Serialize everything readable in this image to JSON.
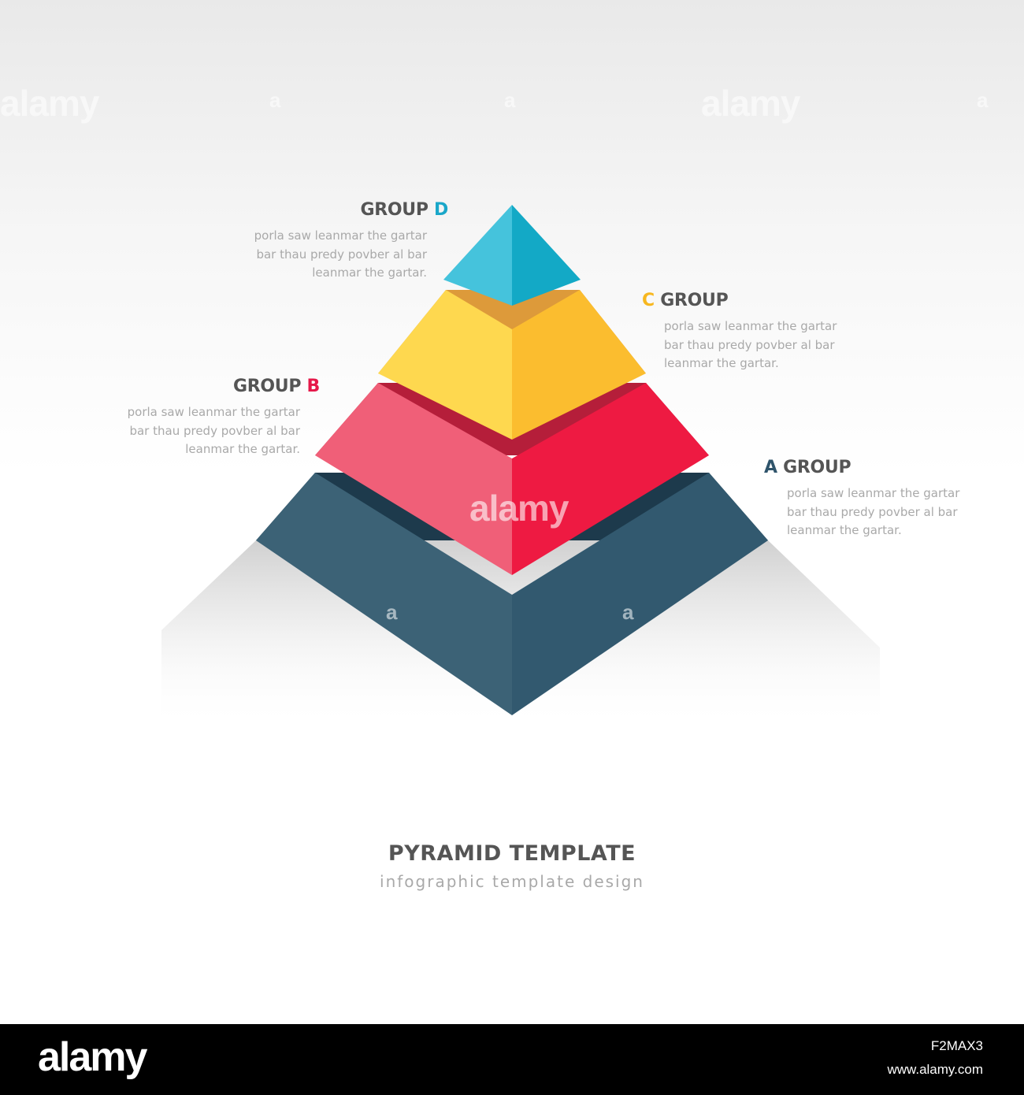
{
  "diagram": {
    "title": "PYRAMID TEMPLATE",
    "subtitle": "infographic template design",
    "levels": [
      {
        "id": "d",
        "title_text": "GROUP",
        "letter": "D",
        "letter_position": "after",
        "letter_color": "#1aa7c9",
        "description": [
          "porla saw leanmar the gartar",
          "bar thau predy povber al bar",
          "leanmar the gartar."
        ],
        "colors": {
          "left": "#45c3dc",
          "right": "#13a9c6",
          "ledge": "#13a9c6"
        }
      },
      {
        "id": "c",
        "title_text": "GROUP",
        "letter": "C",
        "letter_position": "before",
        "letter_color": "#f7b71f",
        "description": [
          "porla saw leanmar the gartar",
          "bar thau predy povber al bar",
          "leanmar the gartar."
        ],
        "colors": {
          "left": "#fed84f",
          "right": "#fbbd2f",
          "ledge": "#dd9a3a"
        }
      },
      {
        "id": "b",
        "title_text": "GROUP",
        "letter": "B",
        "letter_position": "after",
        "letter_color": "#e5194a",
        "description": [
          "porla saw leanmar the gartar",
          "bar thau predy povber al bar",
          "leanmar the gartar."
        ],
        "colors": {
          "left": "#f05f78",
          "right": "#ee1a42",
          "ledge": "#b51e3a"
        }
      },
      {
        "id": "a",
        "title_text": "GROUP",
        "letter": "A",
        "letter_position": "before",
        "letter_color": "#2f546b",
        "description": [
          "porla saw leanmar the gartar",
          "bar thau predy povber al bar",
          "leanmar the gartar."
        ],
        "colors": {
          "left": "#3c6276",
          "right": "#32596f",
          "ledge": "#1d3a4c"
        }
      }
    ]
  },
  "watermark": {
    "brand": "alamy",
    "small_mark": "a"
  },
  "footer": {
    "logo": "alamy",
    "image_id": "F2MAX3",
    "url": "www.alamy.com"
  }
}
